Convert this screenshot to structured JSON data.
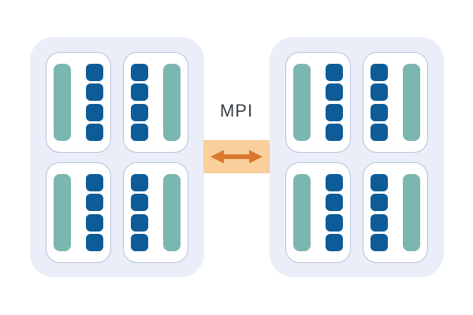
{
  "diagram": {
    "type": "two-node-mpi-architecture",
    "mpi_link": {
      "label": "MPI",
      "icon": "double-headed-horizontal-arrow-icon"
    },
    "nodes": [
      {
        "id": "node-left",
        "sockets": [
          {
            "orientation": "memory-left-cores-right",
            "memory_bars": 1,
            "cores": 4
          },
          {
            "orientation": "cores-left-memory-right",
            "memory_bars": 1,
            "cores": 4
          },
          {
            "orientation": "memory-left-cores-right",
            "memory_bars": 1,
            "cores": 4
          },
          {
            "orientation": "cores-left-memory-right",
            "memory_bars": 1,
            "cores": 4
          }
        ]
      },
      {
        "id": "node-right",
        "sockets": [
          {
            "orientation": "memory-left-cores-right",
            "memory_bars": 1,
            "cores": 4
          },
          {
            "orientation": "cores-left-memory-right",
            "memory_bars": 1,
            "cores": 4
          },
          {
            "orientation": "memory-left-cores-right",
            "memory_bars": 1,
            "cores": 4
          },
          {
            "orientation": "cores-left-memory-right",
            "memory_bars": 1,
            "cores": 4
          }
        ]
      }
    ]
  },
  "colors": {
    "node_bg": "#e9eef8",
    "socket_bg": "#ffffff",
    "socket_border": "#b9c1da",
    "teal": "#7cb6b0",
    "core_blue": "#0e5c97",
    "mpi_box_bg": "#f9cf9b",
    "arrow_color": "#d9782e",
    "label_color": "#3a4045",
    "canvas_bg": "#ffffff"
  }
}
